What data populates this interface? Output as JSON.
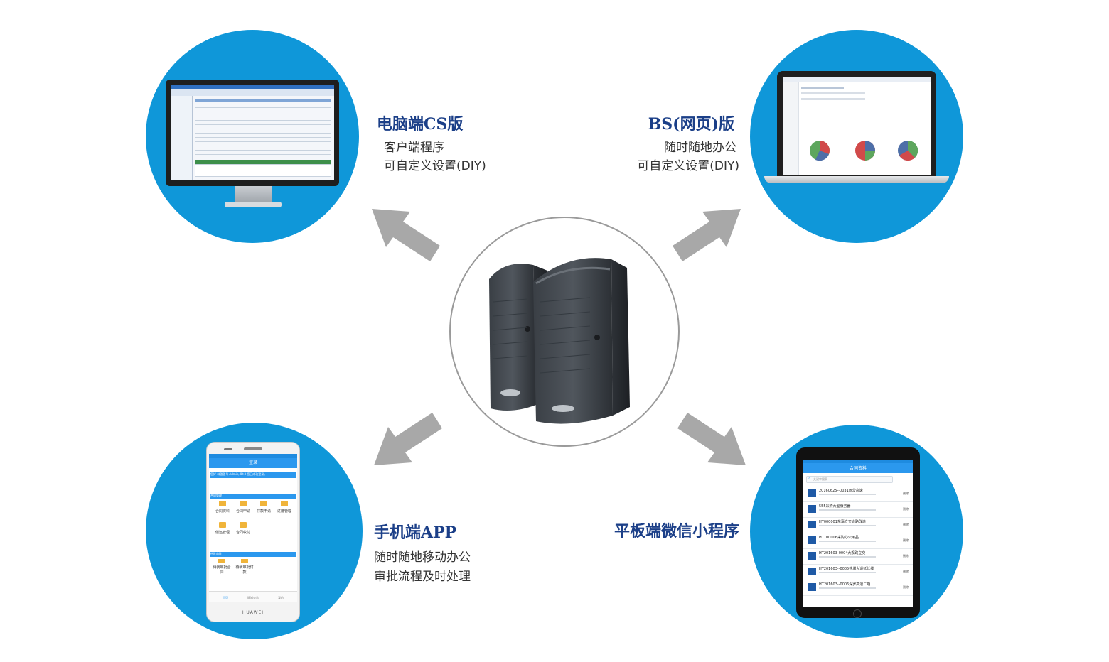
{
  "colors": {
    "circle": "#0f97d9",
    "title": "#1b3f88",
    "arrow": "#a8a8a8",
    "center_ring": "#9a9a9a"
  },
  "cs": {
    "title": "电脑端CS版",
    "lines": [
      "客户端程序",
      "可自定义设置(DIY)"
    ]
  },
  "bs": {
    "title": "BS(网页)版",
    "lines": [
      "随时随地办公",
      "可自定义设置(DIY)"
    ]
  },
  "mobile": {
    "title": "手机端APP",
    "lines": [
      "随时随地移动办公",
      "审批流程及时处理"
    ],
    "screen": {
      "header": "登录",
      "welcome": "您好 林雅雅号 Admin, ID:3 您已成功登录。",
      "section1": "合同管理",
      "grid1": [
        "合同资料",
        "合同申请",
        "付款申请",
        "进度管理",
        "偿还管理",
        "合同收付"
      ],
      "section2": "待批审批",
      "grid2": [
        "待我审批合同",
        "待我审批付款"
      ],
      "tabs": [
        "首页",
        "通知公告",
        "我的"
      ],
      "brand": "HUAWEI"
    }
  },
  "tablet": {
    "title": "平板端微信小程序",
    "screen": {
      "header": "合同资料",
      "search": "关键字搜索",
      "items": [
        "20160625--0031运营高速",
        "555采购大型服务器",
        "HT000001东瀛立交道路改造",
        "HT100006采购办公用品",
        "HT201603-0004大观路立交",
        "HT201603--0005花城大道延长线",
        "HT201603--0006深罗高速二期"
      ],
      "action": "删除"
    }
  }
}
